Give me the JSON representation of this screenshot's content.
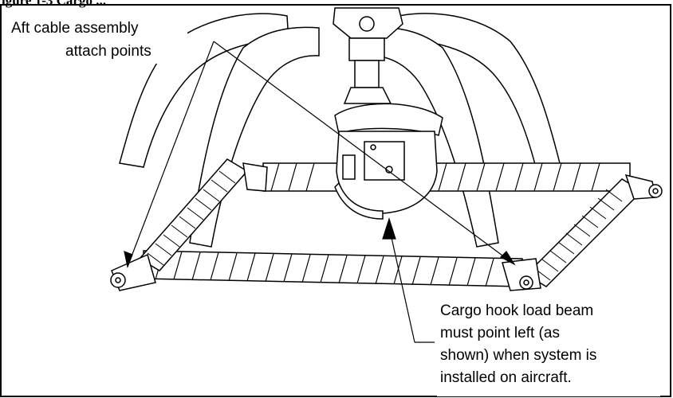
{
  "figure": {
    "title_fragment": "igure 1-3 Cargo ...",
    "callouts": {
      "aft_line1": "Aft cable assembly",
      "aft_line2": "attach points",
      "hook_line1": "Cargo hook load beam",
      "hook_line2": "must point left (as",
      "hook_line3": "shown) when system is",
      "hook_line4": "installed on aircraft."
    }
  }
}
